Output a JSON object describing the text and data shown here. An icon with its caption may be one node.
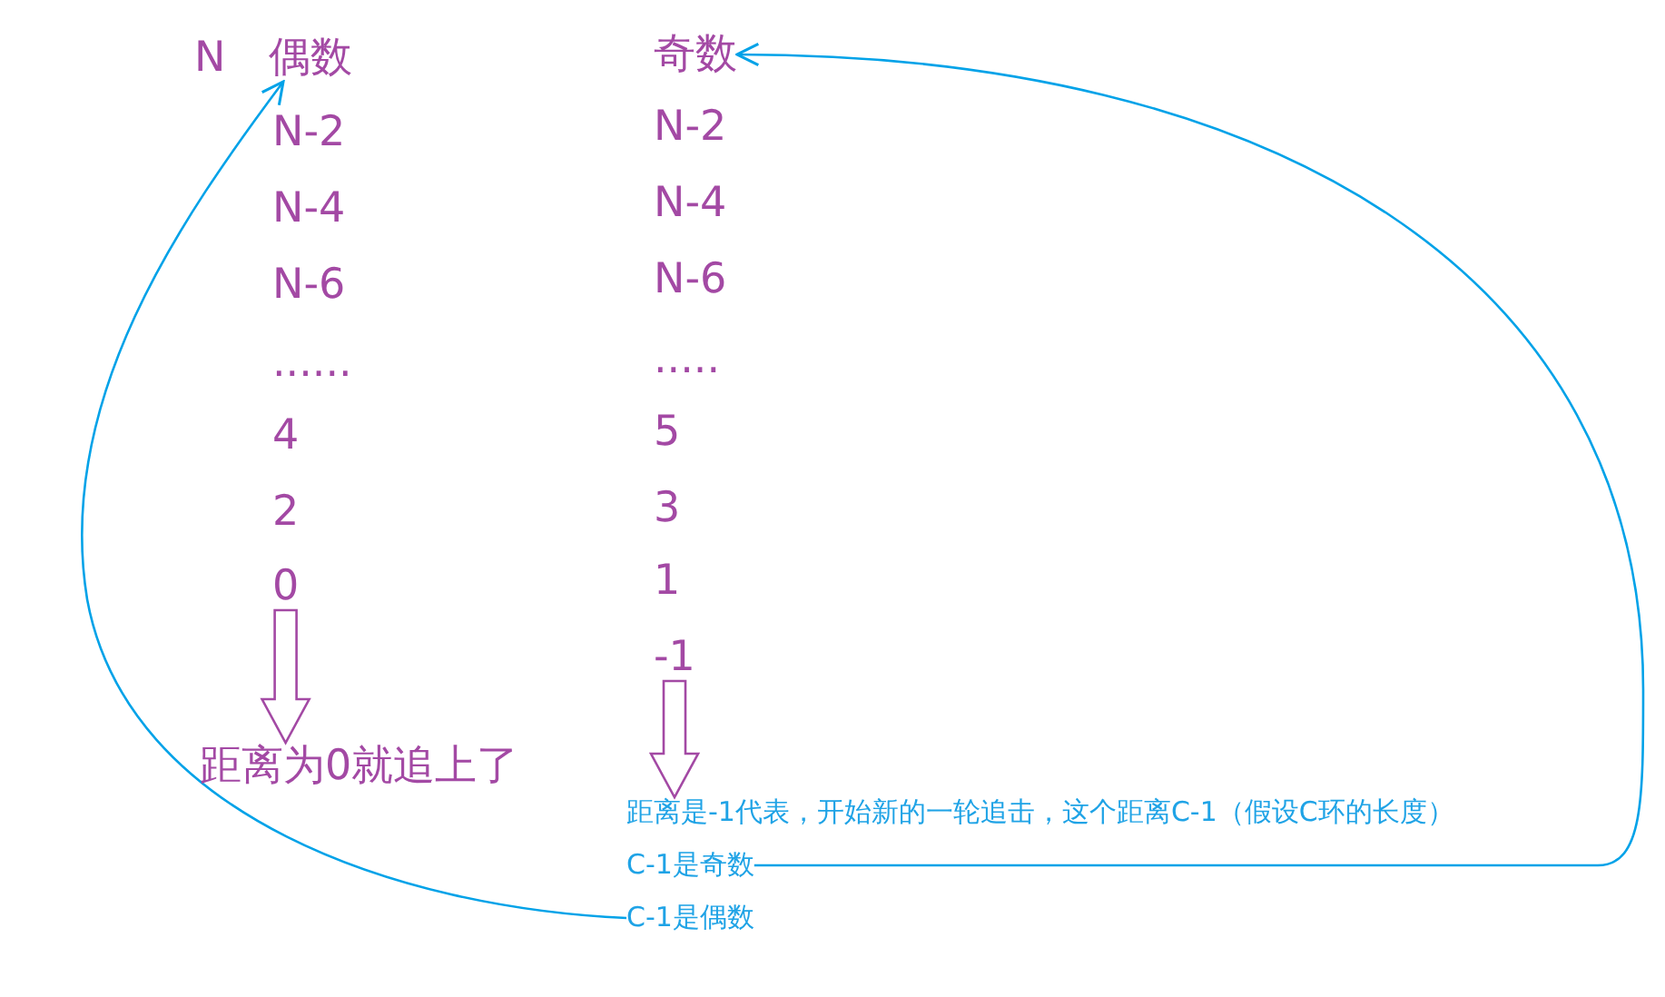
{
  "diagram": {
    "nodes": [
      {
        "text": [
          "偶数"
        ]
      },
      {
        "text": [
          "奇数"
        ]
      },
      {
        "text": [
          "0"
        ]
      },
      {
        "text": [
          "-1"
        ]
      },
      {
        "text": [
          "距离为0就追上了"
        ]
      },
      {
        "text": [
          "距离是-1代表，开始新的一轮追击，这个距离C-1（假设C环的长度）"
        ]
      },
      {
        "text": [
          "C-1是奇数"
        ]
      },
      {
        "text": [
          "C-1是偶数"
        ]
      }
    ],
    "edges": [
      {
        "from": 2,
        "to": 4,
        "arrow": "to",
        "color": "#a349a4"
      },
      {
        "from": 3,
        "to": 5,
        "arrow": "to",
        "color": "#a349a4"
      },
      {
        "from": 6,
        "to": 1,
        "arrow": "to",
        "color": "#00a2e8"
      },
      {
        "from": 7,
        "to": 0,
        "arrow": "to",
        "color": "#00a2e8"
      }
    ],
    "labels": [
      "N",
      "N-2",
      "N-4",
      "N-6",
      "......",
      "4",
      "2",
      "N-2",
      "N-4",
      "N-6",
      ".....",
      "5",
      "3",
      "1"
    ]
  }
}
